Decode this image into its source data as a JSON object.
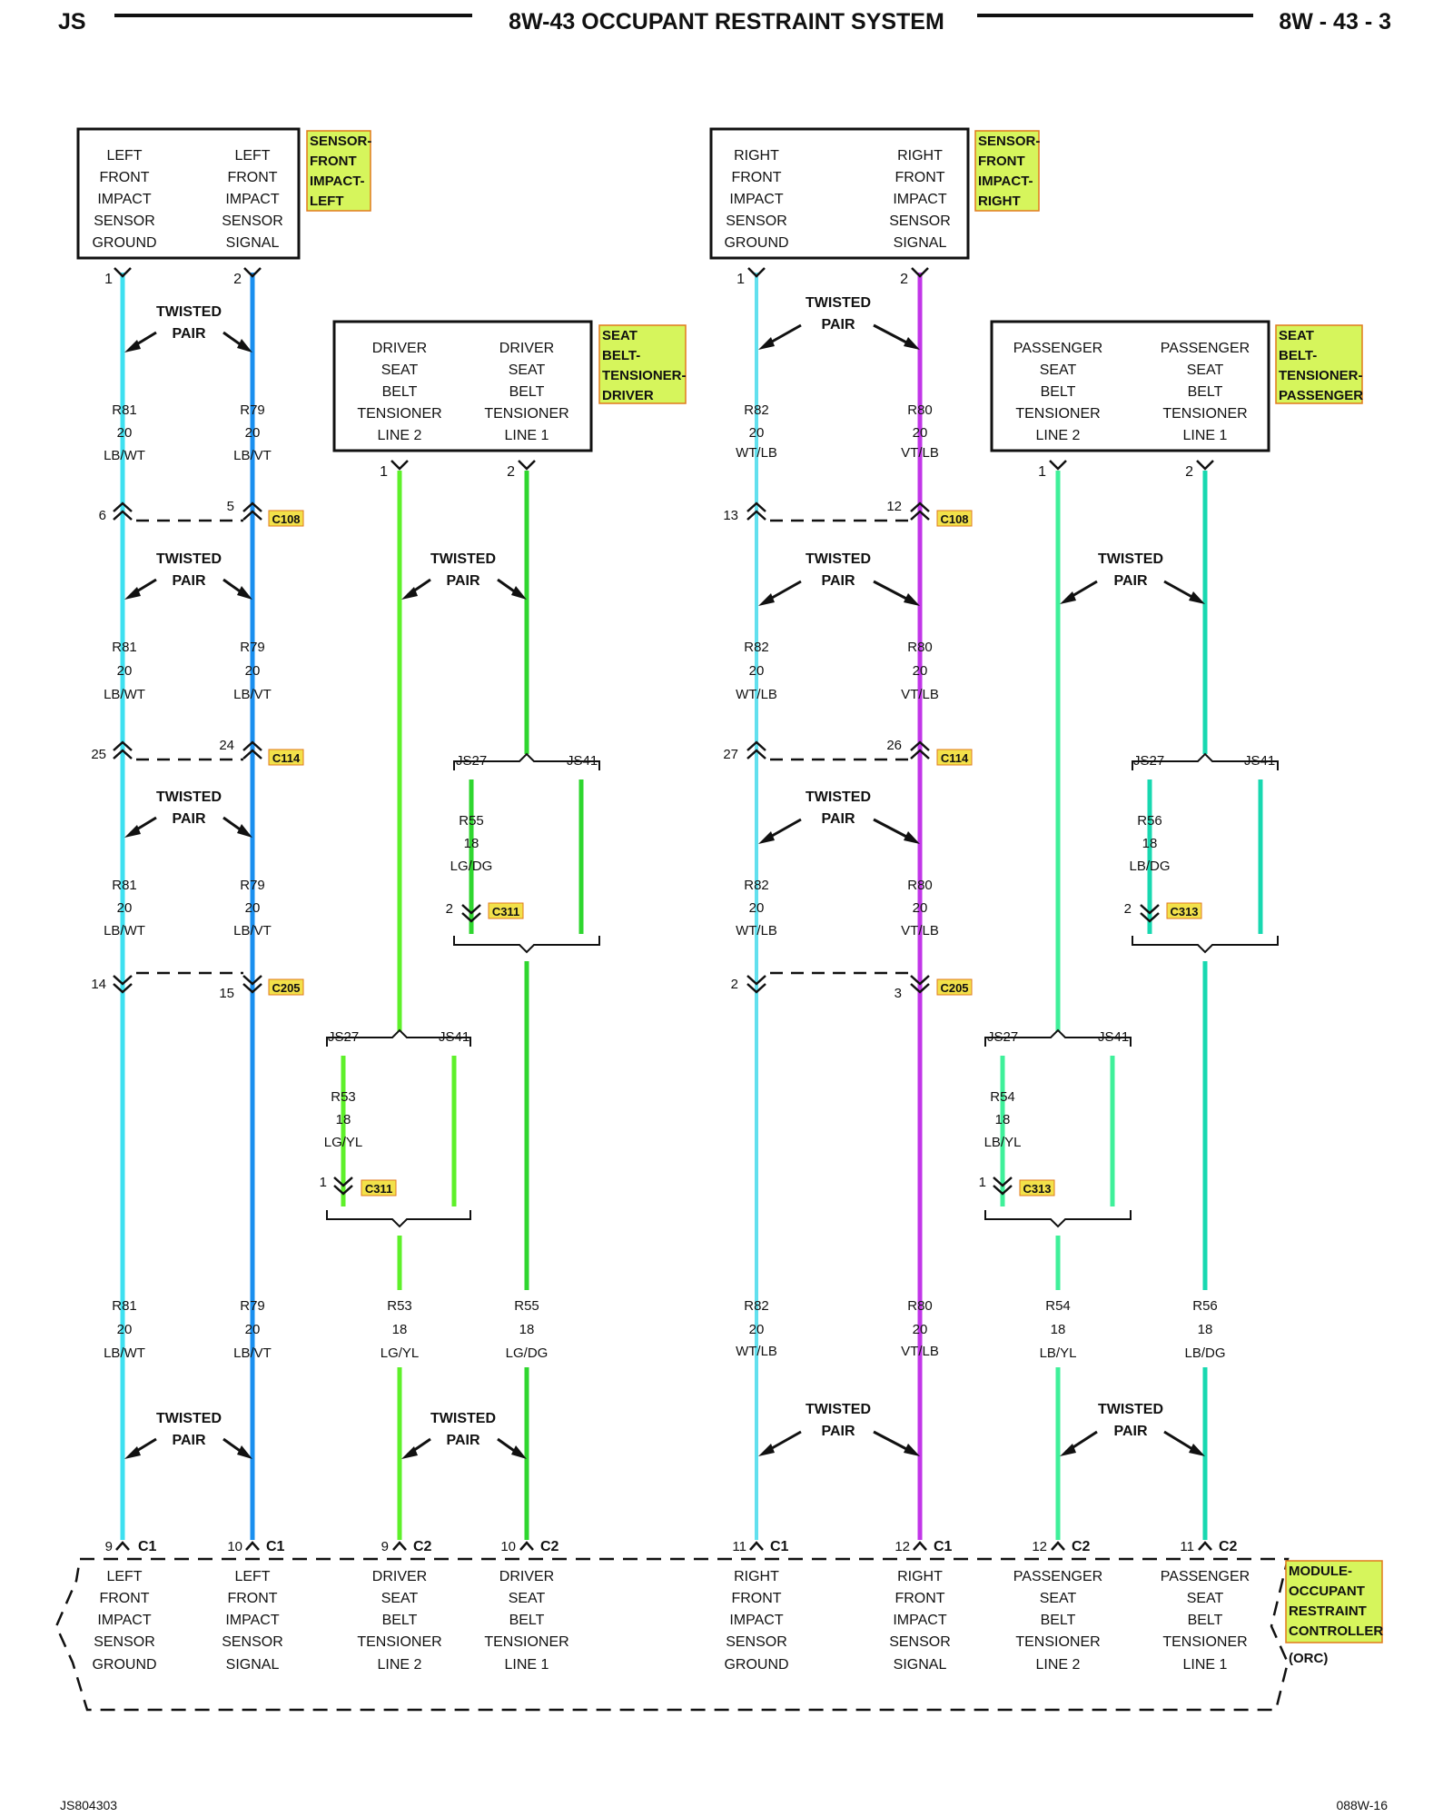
{
  "header": {
    "left": "JS",
    "title": "8W-43 OCCUPANT RESTRAINT SYSTEM",
    "right": "8W - 43 - 3"
  },
  "footer": {
    "left": "JS804303",
    "right": "088W-16"
  },
  "components": {
    "sensor_left": {
      "col1": [
        "LEFT",
        "FRONT",
        "IMPACT",
        "SENSOR",
        "GROUND"
      ],
      "col2": [
        "LEFT",
        "FRONT",
        "IMPACT",
        "SENSOR",
        "SIGNAL"
      ],
      "tag": [
        "SENSOR-",
        "FRONT",
        "IMPACT-",
        "LEFT"
      ],
      "pins": [
        "1",
        "2"
      ]
    },
    "sensor_right": {
      "col1": [
        "RIGHT",
        "FRONT",
        "IMPACT",
        "SENSOR",
        "GROUND"
      ],
      "col2": [
        "RIGHT",
        "FRONT",
        "IMPACT",
        "SENSOR",
        "SIGNAL"
      ],
      "tag": [
        "SENSOR-",
        "FRONT",
        "IMPACT-",
        "RIGHT"
      ],
      "pins": [
        "1",
        "2"
      ]
    },
    "tensioner_driver": {
      "col1": [
        "DRIVER",
        "SEAT",
        "BELT",
        "TENSIONER",
        "LINE 2"
      ],
      "col2": [
        "DRIVER",
        "SEAT",
        "BELT",
        "TENSIONER",
        "LINE 1"
      ],
      "tag": [
        "SEAT",
        "BELT-",
        "TENSIONER-",
        "DRIVER"
      ],
      "pins": [
        "1",
        "2"
      ]
    },
    "tensioner_passenger": {
      "col1": [
        "PASSENGER",
        "SEAT",
        "BELT",
        "TENSIONER",
        "LINE 2"
      ],
      "col2": [
        "PASSENGER",
        "SEAT",
        "BELT",
        "TENSIONER",
        "LINE 1"
      ],
      "tag": [
        "SEAT",
        "BELT-",
        "TENSIONER-",
        "PASSENGER"
      ],
      "pins": [
        "1",
        "2"
      ]
    },
    "orc": {
      "columns": [
        [
          "LEFT",
          "FRONT",
          "IMPACT",
          "SENSOR",
          "GROUND"
        ],
        [
          "LEFT",
          "FRONT",
          "IMPACT",
          "SENSOR",
          "SIGNAL"
        ],
        [
          "DRIVER",
          "SEAT",
          "BELT",
          "TENSIONER",
          "LINE 2"
        ],
        [
          "DRIVER",
          "SEAT",
          "BELT",
          "TENSIONER",
          "LINE 1"
        ],
        [
          "RIGHT",
          "FRONT",
          "IMPACT",
          "SENSOR",
          "GROUND"
        ],
        [
          "RIGHT",
          "FRONT",
          "IMPACT",
          "SENSOR",
          "SIGNAL"
        ],
        [
          "PASSENGER",
          "SEAT",
          "BELT",
          "TENSIONER",
          "LINE 2"
        ],
        [
          "PASSENGER",
          "SEAT",
          "BELT",
          "TENSIONER",
          "LINE 1"
        ]
      ],
      "tag": [
        "MODULE-",
        "OCCUPANT",
        "RESTRAINT",
        "CONTROLLER"
      ],
      "abbr": "(ORC)",
      "pins": [
        {
          "pin": "9",
          "conn": "C1"
        },
        {
          "pin": "10",
          "conn": "C1"
        },
        {
          "pin": "9",
          "conn": "C2"
        },
        {
          "pin": "10",
          "conn": "C2"
        },
        {
          "pin": "11",
          "conn": "C1"
        },
        {
          "pin": "12",
          "conn": "C1"
        },
        {
          "pin": "12",
          "conn": "C2"
        },
        {
          "pin": "11",
          "conn": "C2"
        }
      ]
    }
  },
  "twisted_pair_label": [
    "TWISTED",
    "PAIR"
  ],
  "wires": {
    "R81_20": [
      "R81",
      "20",
      "LB/WT"
    ],
    "R79_20": [
      "R79",
      "20",
      "LB/VT"
    ],
    "R82_20": [
      "R82",
      "20",
      "WT/LB"
    ],
    "R80_20": [
      "R80",
      "20",
      "VT/LB"
    ],
    "R53_18": [
      "R53",
      "18",
      "LG/YL"
    ],
    "R55_18": [
      "R55",
      "18",
      "LG/DG"
    ],
    "R54_18": [
      "R54",
      "18",
      "LB/YL"
    ],
    "R56_18": [
      "R56",
      "18",
      "LB/DG"
    ]
  },
  "connectors": {
    "C108": "C108",
    "C114": "C114",
    "C205": "C205",
    "C311": "C311",
    "C313": "C313"
  },
  "connector_pins": {
    "c108_left": [
      "6",
      "5"
    ],
    "c114_left": [
      "25",
      "24"
    ],
    "c205_left": [
      "14",
      "15"
    ],
    "c108_right": [
      "13",
      "12"
    ],
    "c114_right": [
      "27",
      "26"
    ],
    "c205_right": [
      "2",
      "3"
    ],
    "c311_a": "2",
    "c311_b": "1",
    "c313_a": "2",
    "c313_b": "1"
  },
  "splice_labels": {
    "js27": "JS27",
    "js41": "JS41"
  },
  "colors": {
    "lb": "#3ee0f0",
    "lb_vt": "#1a8fef",
    "vt": "#c236e8",
    "wt_lb": "#62e0ee",
    "lg": "#5ef02a",
    "lg_dg": "#2fd62f",
    "lb_green": "#3ff09a",
    "lb_dg": "#18d8b0",
    "tag_fill": "#d6f55c",
    "tag_stroke": "#e07a1c",
    "ctag_fill": "#f2e14a"
  }
}
